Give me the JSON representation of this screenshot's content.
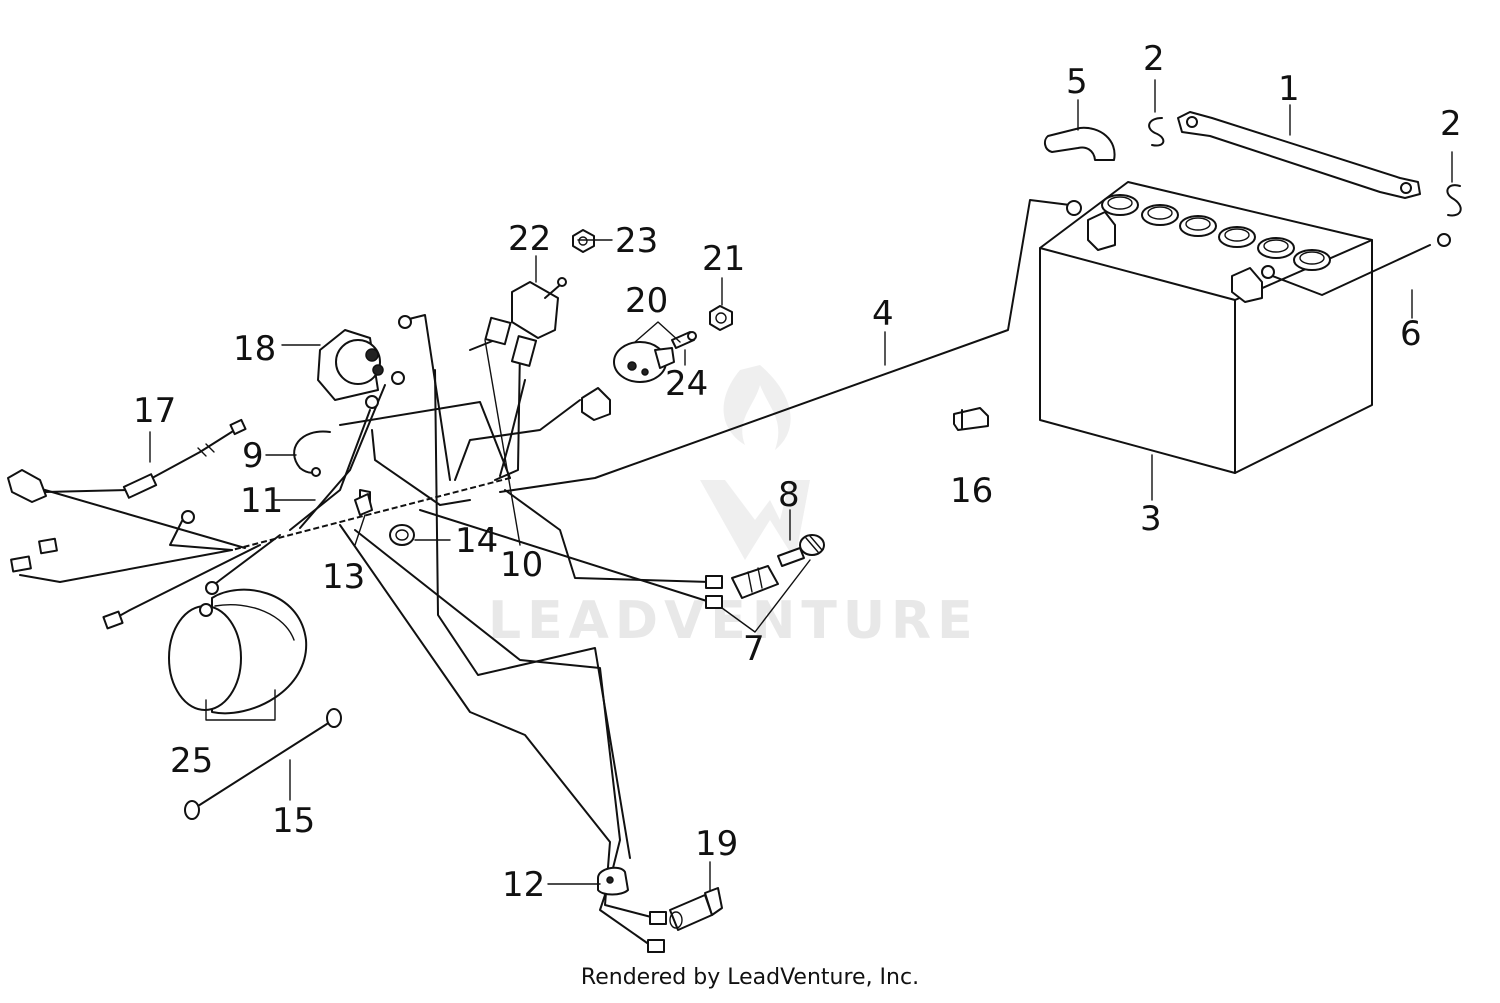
{
  "diagram": {
    "callouts": [
      "1",
      "2",
      "2",
      "3",
      "4",
      "5",
      "6",
      "7",
      "8",
      "9",
      "10",
      "11",
      "12",
      "13",
      "14",
      "15",
      "16",
      "17",
      "18",
      "19",
      "20",
      "21",
      "22",
      "23",
      "24",
      "25"
    ],
    "watermark": "LEADVENTURE",
    "footer": "Rendered by LeadVenture, Inc."
  }
}
